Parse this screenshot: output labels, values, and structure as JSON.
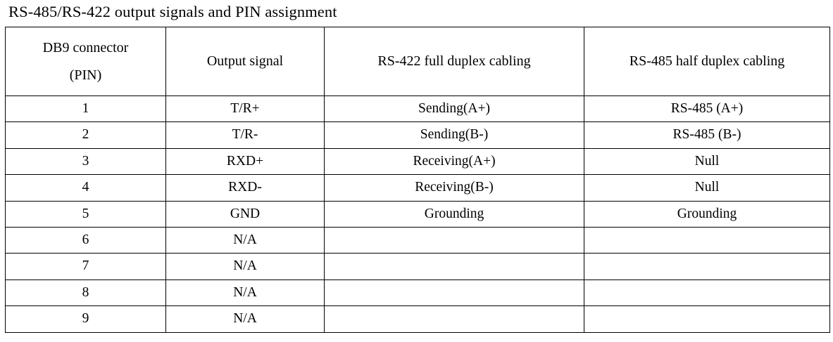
{
  "document": {
    "title": "RS-485/RS-422 output signals and PIN assignment"
  },
  "table": {
    "headers": {
      "col1_line1": "DB9 connector",
      "col1_line2": "(PIN)",
      "col2": "Output signal",
      "col3": "RS-422 full duplex cabling",
      "col4": "RS-485 half duplex cabling"
    },
    "column_keys": [
      "pin",
      "output_signal",
      "rs422_full_duplex",
      "rs485_half_duplex"
    ],
    "rows": [
      {
        "pin": "1",
        "output_signal": "T/R+",
        "rs422_full_duplex": "Sending(A+)",
        "rs485_half_duplex": "RS-485 (A+)"
      },
      {
        "pin": "2",
        "output_signal": "T/R-",
        "rs422_full_duplex": "Sending(B-)",
        "rs485_half_duplex": "RS-485 (B-)"
      },
      {
        "pin": "3",
        "output_signal": "RXD+",
        "rs422_full_duplex": "Receiving(A+)",
        "rs485_half_duplex": "Null"
      },
      {
        "pin": "4",
        "output_signal": "RXD-",
        "rs422_full_duplex": "Receiving(B-)",
        "rs485_half_duplex": "Null"
      },
      {
        "pin": "5",
        "output_signal": "GND",
        "rs422_full_duplex": "Grounding",
        "rs485_half_duplex": "Grounding"
      },
      {
        "pin": "6",
        "output_signal": "N/A",
        "rs422_full_duplex": "",
        "rs485_half_duplex": ""
      },
      {
        "pin": "7",
        "output_signal": "N/A",
        "rs422_full_duplex": "",
        "rs485_half_duplex": ""
      },
      {
        "pin": "8",
        "output_signal": "N/A",
        "rs422_full_duplex": "",
        "rs485_half_duplex": ""
      },
      {
        "pin": "9",
        "output_signal": "N/A",
        "rs422_full_duplex": "",
        "rs485_half_duplex": ""
      }
    ]
  },
  "colors": {
    "text": "#000000",
    "background": "#ffffff",
    "border": "#000000"
  }
}
